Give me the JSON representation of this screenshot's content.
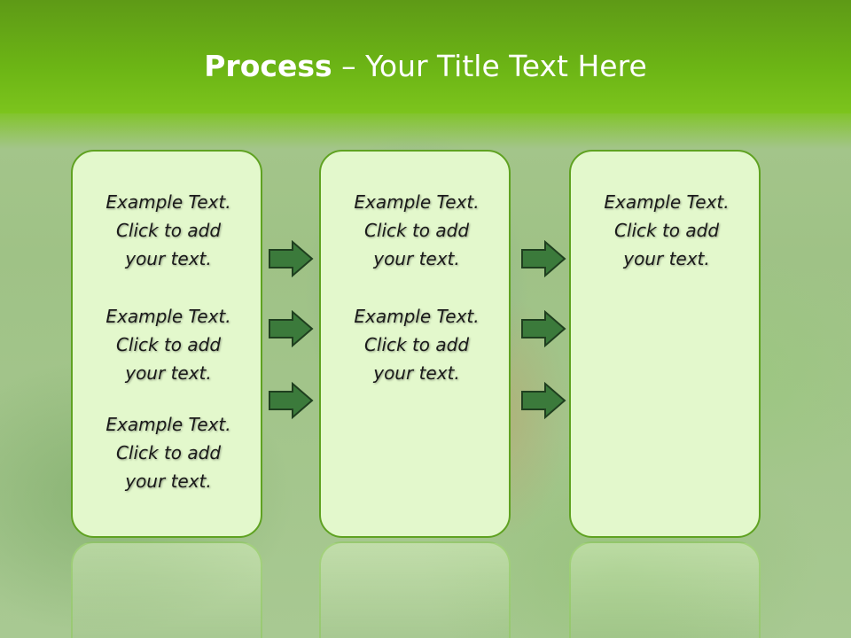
{
  "title": {
    "strong": "Process",
    "rest": "– Your Title Text Here"
  },
  "columns": [
    {
      "blocks": [
        [
          "Example Text.",
          "Click  to add",
          "your text."
        ],
        [
          "Example Text.",
          "Click  to add",
          "your text."
        ],
        [
          "Example Text.",
          "Click  to add",
          "your text."
        ]
      ]
    },
    {
      "blocks": [
        [
          "Example Text.",
          "Click  to add",
          "your text."
        ],
        [
          "Example Text.",
          "Click  to add",
          "your text."
        ]
      ]
    },
    {
      "blocks": [
        [
          "Example Text.",
          "Click  to add",
          "your text."
        ]
      ]
    }
  ],
  "colors": {
    "header": "#6cb515",
    "card_fill": "#e3f8cc",
    "card_border": "#5fa221",
    "arrow": "#3b7a3b"
  },
  "icons": {
    "arrow": "right-arrow-icon"
  }
}
